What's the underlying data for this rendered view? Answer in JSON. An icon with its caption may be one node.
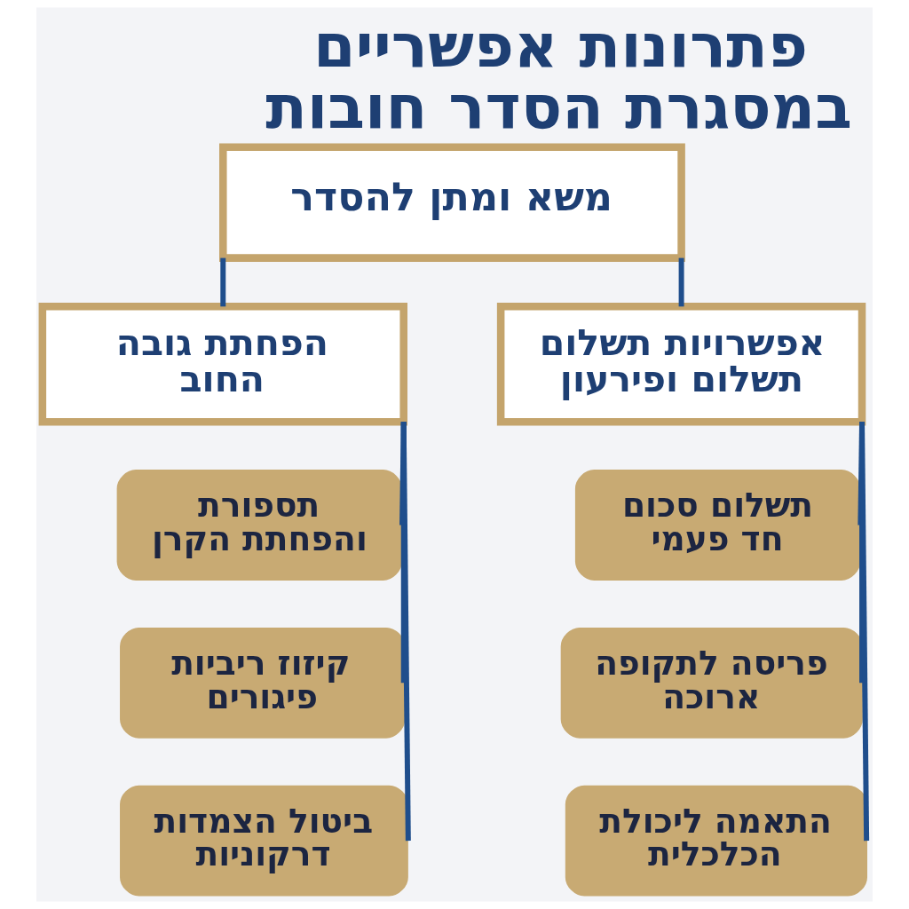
{
  "diagram": {
    "title": "פתרונות אפשריים במסגרת הסדר חובות",
    "nodes": [
      {
        "text": [
          "משא ומתן להסדר"
        ]
      },
      {
        "text": [
          "אפשרויות תשלום תשלום ופירעון"
        ]
      },
      {
        "text": [
          "הפחתת גובה החוב"
        ]
      },
      {
        "text": [
          "תשלום סכום חד פעמי"
        ]
      },
      {
        "text": [
          "פריסה לתקופה ארוכה"
        ]
      },
      {
        "text": [
          "התאמה ליכולת הכלכלית"
        ]
      },
      {
        "text": [
          "תספורת והפחתת הקרן"
        ]
      },
      {
        "text": [
          "קיזוז ריביות פיגורים"
        ]
      },
      {
        "text": [
          "ביטול הצמדות דרקוניות"
        ]
      }
    ],
    "edges": [
      {
        "from": 0,
        "to": 1,
        "arrow": "none"
      },
      {
        "from": 0,
        "to": 2,
        "arrow": "none"
      },
      {
        "from": 1,
        "to": 3,
        "arrow": "none"
      },
      {
        "from": 1,
        "to": 4,
        "arrow": "none"
      },
      {
        "from": 1,
        "to": 5,
        "arrow": "none"
      },
      {
        "from": 2,
        "to": 6,
        "arrow": "none"
      },
      {
        "from": 2,
        "to": 7,
        "arrow": "none"
      },
      {
        "from": 2,
        "to": 8,
        "arrow": "none"
      }
    ]
  }
}
